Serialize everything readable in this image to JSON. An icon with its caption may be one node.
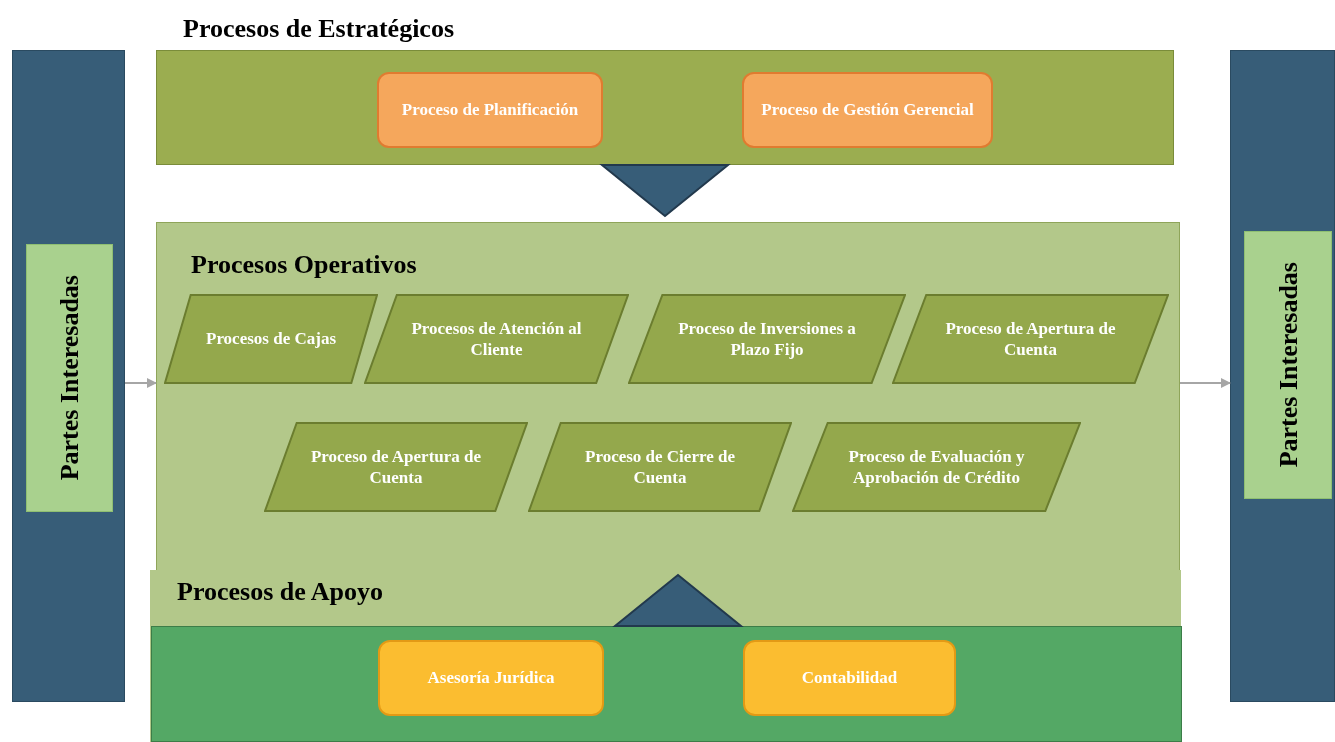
{
  "diagram": {
    "nodes": [
      {
        "text": [],
        "shape": "bar"
      },
      {
        "text": [
          "Partes Interesadas"
        ],
        "in": 0
      },
      {
        "text": [
          "Procesos de Estratégicos"
        ]
      },
      {
        "text": [
          "Proceso de Planificación"
        ],
        "in": 2
      },
      {
        "text": [
          "Proceso de Gestión Gerencial"
        ],
        "in": 2
      },
      {
        "text": [
          "Procesos Operativos"
        ]
      },
      {
        "text": [
          "Procesos de Cajas"
        ],
        "in": 5
      },
      {
        "text": [
          "Procesos de Atención al Cliente"
        ],
        "in": 5
      },
      {
        "text": [
          "Proceso de Inversiones a Plazo Fijo"
        ],
        "in": 5
      },
      {
        "text": [
          "Proceso de Apertura de Cuenta"
        ],
        "in": 5
      },
      {
        "text": [
          "Proceso de Apertura de Cuenta"
        ],
        "in": 5
      },
      {
        "text": [
          "Proceso de Cierre de Cuenta"
        ],
        "in": 5
      },
      {
        "text": [
          "Proceso de Evaluación y Aprobación de Crédito"
        ],
        "in": 5
      },
      {
        "text": [
          "Procesos de Apoyo"
        ]
      },
      {
        "text": [],
        "shape": "box",
        "in": 13
      },
      {
        "text": [
          "Asesoría Jurídica"
        ],
        "in": 14
      },
      {
        "text": [
          "Contabilidad"
        ],
        "in": 14
      },
      {
        "text": [],
        "shape": "bar"
      },
      {
        "text": [
          "Partes Interesadas"
        ],
        "in": 17
      }
    ],
    "edges": [
      {
        "from": 2,
        "to": 5,
        "arrow": "to"
      },
      {
        "from": 14,
        "to": 5,
        "arrow": "to"
      },
      {
        "from": 0,
        "to": 5,
        "arrow": "to"
      },
      {
        "from": 5,
        "to": 17,
        "arrow": "to"
      }
    ]
  }
}
